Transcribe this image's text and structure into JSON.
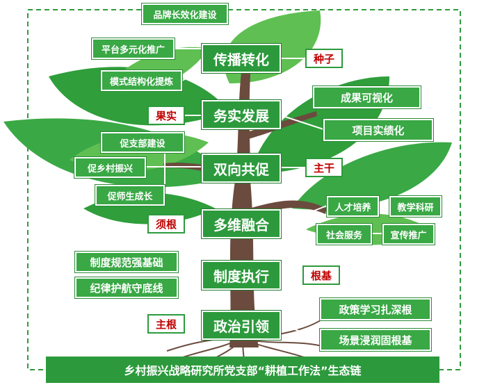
{
  "banner": {
    "title": "乡村振兴战略研究所党支部“耕植工作法”生态链"
  },
  "main_nodes": [
    "传播转化",
    "务实发展",
    "双向共促",
    "多维融合",
    "制度执行",
    "政治引领"
  ],
  "tags": [
    "种子",
    "果实",
    "主干",
    "须根",
    "根基",
    "主根"
  ],
  "branches": {
    "spread": [
      "品牌长效化建设",
      "平台多元化推广",
      "模式结构化提炼"
    ],
    "develop": [
      "成果可视化",
      "项目实绩化"
    ],
    "promote": [
      "促支部建设",
      "促乡村振兴",
      "促师生成长"
    ],
    "integrate": [
      "人才培养",
      "教学科研",
      "社会服务",
      "宣传推广"
    ],
    "system": [
      "制度规范强基础",
      "纪律护航守底线"
    ],
    "political": [
      "政策学习扎深根",
      "场景浸润固根基"
    ]
  },
  "colors": {
    "leaf_dark": "#2f9e3b",
    "leaf_light": "#5fbf52",
    "trunk": "#6b4b3e",
    "box_green": "#2c9a3c",
    "tag_red": "#c00000"
  }
}
